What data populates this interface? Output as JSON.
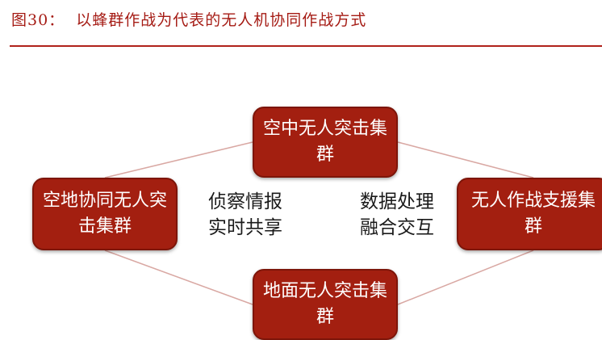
{
  "figure": {
    "label": "图30：",
    "title": "以蜂群作战为代表的无人机协同作战方式"
  },
  "nodes": {
    "top": "空中无人突击集群",
    "left": "空地协同无人突击集群",
    "right": "无人作战支援集群",
    "bottom": "地面无人突击集群"
  },
  "center": {
    "left": "侦察情报\n实时共享",
    "right": "数据处理\n融合交互"
  },
  "colors": {
    "title": "#a51b14",
    "node_fill": "#a31f10",
    "edge": "#d9a8a3"
  }
}
